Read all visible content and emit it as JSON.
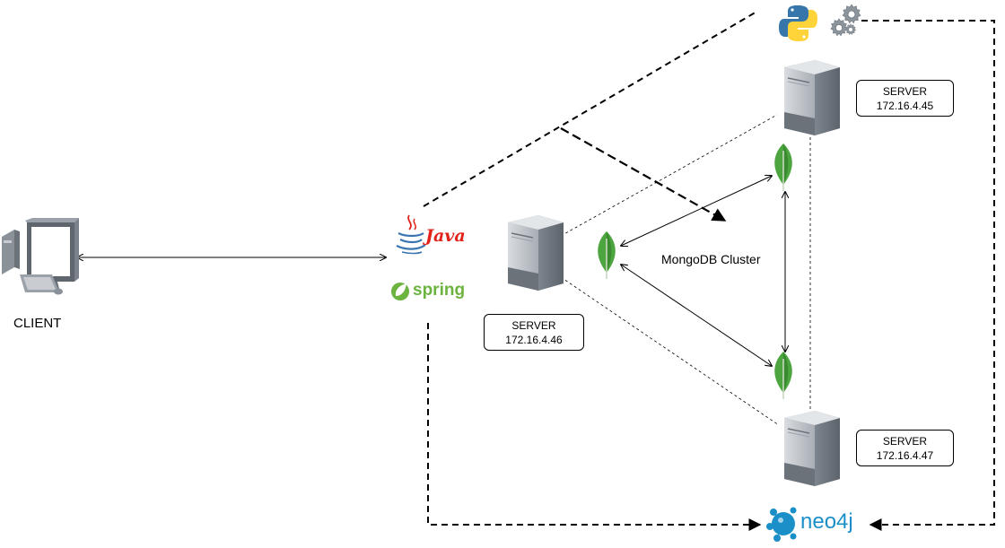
{
  "client": {
    "label": "CLIENT"
  },
  "servers": [
    {
      "title": "SERVER",
      "ip": "172.16.4.45"
    },
    {
      "title": "SERVER",
      "ip": "172.16.4.46"
    },
    {
      "title": "SERVER",
      "ip": "172.16.4.47"
    }
  ],
  "cluster": {
    "label": "MongoDB Cluster"
  },
  "logos": {
    "java": "Java",
    "spring": "spring",
    "neo4j": "neo4j"
  },
  "colors": {
    "mongo_leaf": "#4DA53F",
    "mongo_leaf_dark": "#3A8A30",
    "java_red": "#E2231A",
    "java_blue": "#3A75B0",
    "spring_green": "#6DB33F",
    "neo4j_blue": "#1B8FC8",
    "python_blue": "#3776AB",
    "python_yellow": "#FFD43B",
    "gear_gray": "#8C949C",
    "server_light": "#C9CDD2",
    "server_dark": "#6E7681"
  }
}
